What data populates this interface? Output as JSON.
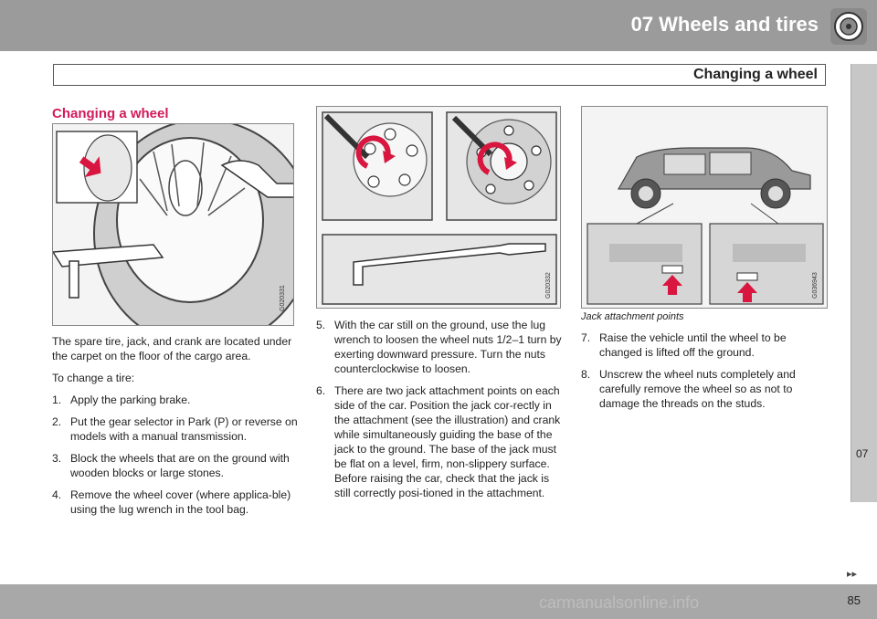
{
  "header": {
    "chapter_title": "07 Wheels and tires",
    "section_title": "Changing a wheel"
  },
  "side_tab": {
    "label": "07"
  },
  "footer": {
    "page_number": "85",
    "next_arrows": "▸▸",
    "watermark": "carmanualsonline.info"
  },
  "content": {
    "heading": "Changing a wheel",
    "figures": [
      {
        "code": "G020331"
      },
      {
        "code": "G020332"
      },
      {
        "code": "G036943",
        "caption": "Jack attachment points"
      }
    ],
    "intro": "The spare tire, jack, and crank are located under the carpet on the floor of the cargo area.",
    "to_change": "To change a tire:",
    "steps": [
      {
        "num": "1.",
        "text": "Apply the parking brake."
      },
      {
        "num": "2.",
        "text": "Put the gear selector in Park (P) or reverse on models with a manual transmission."
      },
      {
        "num": "3.",
        "text": "Block the wheels that are on the ground with wooden blocks or large stones."
      },
      {
        "num": "4.",
        "text": "Remove the wheel cover (where applica-ble) using the lug wrench in the tool bag."
      },
      {
        "num": "5.",
        "text": "With the car still on the ground, use the lug wrench to loosen the wheel nuts 1/2–1 turn by exerting downward pressure. Turn the nuts counterclockwise to loosen."
      },
      {
        "num": "6.",
        "text": "There are two jack attachment points on each side of the car. Position the jack cor-rectly in the attachment (see the illustration) and crank while simultaneously guiding the base of the jack to the ground. The base of the jack must be flat on a level, firm, non-slippery surface. Before raising the car, check that the jack is still correctly posi-tioned in the attachment."
      },
      {
        "num": "7.",
        "text": "Raise the vehicle until the wheel to be changed is lifted off the ground."
      },
      {
        "num": "8.",
        "text": "Unscrew the wheel nuts completely and carefully remove the wheel so as not to damage the threads on the studs."
      }
    ]
  },
  "colors": {
    "heading": "#d21b5b",
    "band": "#9b9b9b",
    "arrow": "#d8163f"
  }
}
